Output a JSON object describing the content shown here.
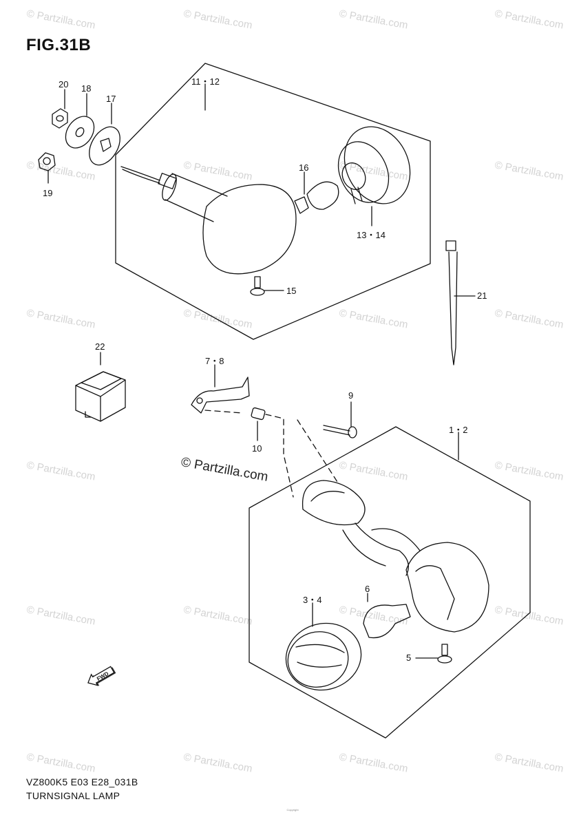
{
  "figure": {
    "title": "FIG.31B"
  },
  "callouts": {
    "p20": "20",
    "p18": "18",
    "p17": "17",
    "p19": "19",
    "p11_12": "11・12",
    "p16": "16",
    "p13_14": "13・14",
    "p15": "15",
    "p21": "21",
    "p22": "22",
    "p7_8": "7・8",
    "p9": "9",
    "p10": "10",
    "p1_2": "1・2",
    "p6": "6",
    "p3_4": "3・4",
    "p5": "5"
  },
  "watermark": {
    "main": "© Partzilla.com",
    "faint": "© Partzilla.com"
  },
  "fwd_label": "FWD",
  "footer": {
    "model_code": "VZ800K5 E03 E28_031B",
    "part_name": "TURNSIGNAL LAMP"
  },
  "copyright_text": "Copyright"
}
